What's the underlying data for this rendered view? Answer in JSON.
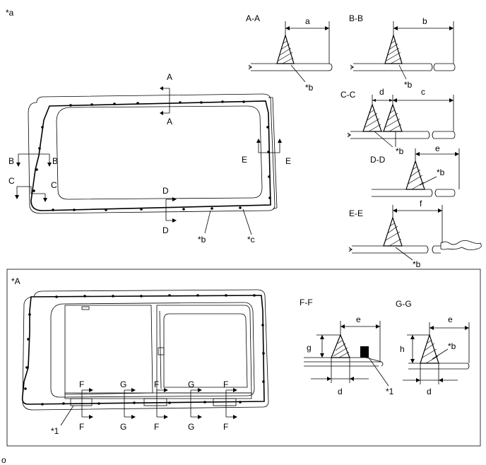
{
  "labels": {
    "top_ref": "*a",
    "section_A": "A",
    "section_B": "B",
    "section_C": "C",
    "section_D": "D",
    "section_E": "E",
    "section_F": "F",
    "section_G": "G",
    "callout_b": "*b",
    "callout_c": "*c",
    "callout_1": "*1",
    "box_ref": "*A",
    "footer_code": "o"
  },
  "details": {
    "AA": {
      "title": "A-A",
      "dims": [
        "a"
      ],
      "callout": "*b"
    },
    "BB": {
      "title": "B-B",
      "dims": [
        "b"
      ],
      "callout": "*b"
    },
    "CC": {
      "title": "C-C",
      "dims": [
        "d",
        "c"
      ],
      "callout": "*b"
    },
    "DD": {
      "title": "D-D",
      "dims": [
        "e"
      ],
      "callout": "*b"
    },
    "EE": {
      "title": "E-E",
      "dims": [
        "f"
      ],
      "callout": "*b"
    },
    "FF": {
      "title": "F-F",
      "dims": [
        "e",
        "g",
        "d"
      ],
      "callout": "*1"
    },
    "GG": {
      "title": "G-G",
      "dims": [
        "e",
        "h",
        "d"
      ],
      "callout": "*b"
    }
  }
}
